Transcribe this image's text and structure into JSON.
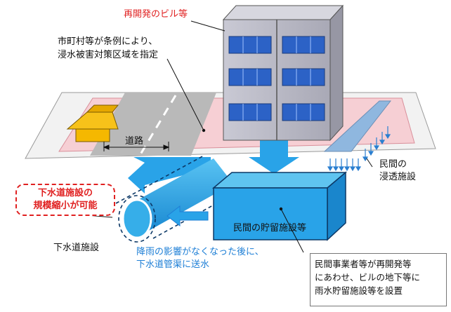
{
  "labels": {
    "redevelopment_building": "再開発のビル等",
    "municipality_designation": "市町村等が条例により、\n浸水被害対策区域を指定",
    "road": "道路",
    "private_infiltration": "民間の\n浸透施設",
    "sewer_scale_reduction": "下水道施設の\n規模縮小が可能",
    "sewer_facility": "下水道施設",
    "private_storage": "民間の貯留施設等",
    "release_after_rain": "降雨の影響がなくなった後に、\n下水道管渠に送水",
    "private_operator_note": "民間事業者等が再開発等\nにあわせ、ビルの地下等に\n雨水貯留施設等を設置"
  },
  "colors": {
    "accent_red": "#e02020",
    "water_blue": "#1e9be0",
    "zone_pink": "#f6cfd4",
    "building_gray": "#b8b8c4",
    "window_blue": "#2c62c6",
    "house_yellow": "#f5b800"
  }
}
